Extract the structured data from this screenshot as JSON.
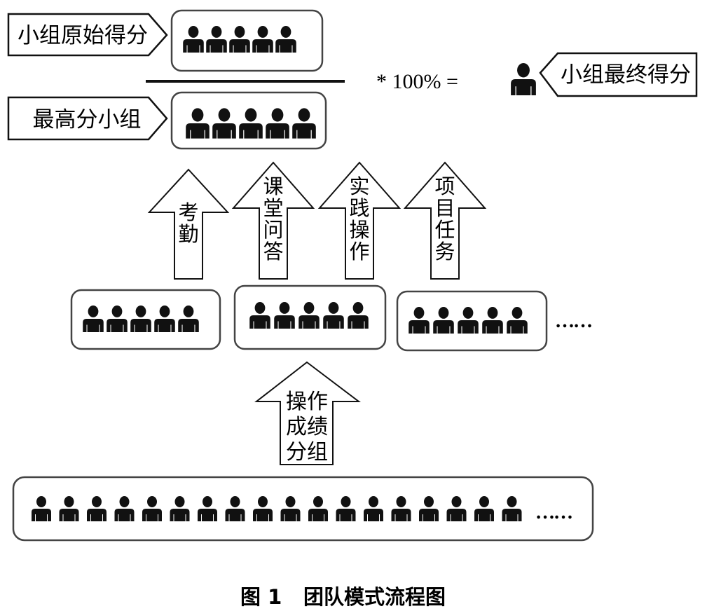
{
  "formula": {
    "numerator_label": "小组原始得分",
    "denominator_label": "最高分小组",
    "multiplier": "* 100% =",
    "result_label": "小组最终得分",
    "numerator_people": 5,
    "denominator_people": 5
  },
  "criteria_arrows": [
    {
      "label": "考勤",
      "chars": [
        "考",
        "勤"
      ]
    },
    {
      "label": "课堂问答",
      "chars": [
        "课",
        "堂",
        "问",
        "答"
      ]
    },
    {
      "label": "实践操作",
      "chars": [
        "实",
        "践",
        "操",
        "作"
      ]
    },
    {
      "label": "项目任务",
      "chars": [
        "项",
        "目",
        "任",
        "务"
      ]
    }
  ],
  "groups": [
    {
      "people": 5
    },
    {
      "people": 5
    },
    {
      "people": 5
    }
  ],
  "groups_ellipsis": "……",
  "grouping_arrow": {
    "label": "操作成绩分组",
    "lines": [
      "操作",
      "成绩",
      "分组"
    ]
  },
  "all_students": {
    "people": 18,
    "ellipsis": "……"
  },
  "caption": {
    "figure_number": "图 1",
    "title": "团队模式流程图"
  }
}
